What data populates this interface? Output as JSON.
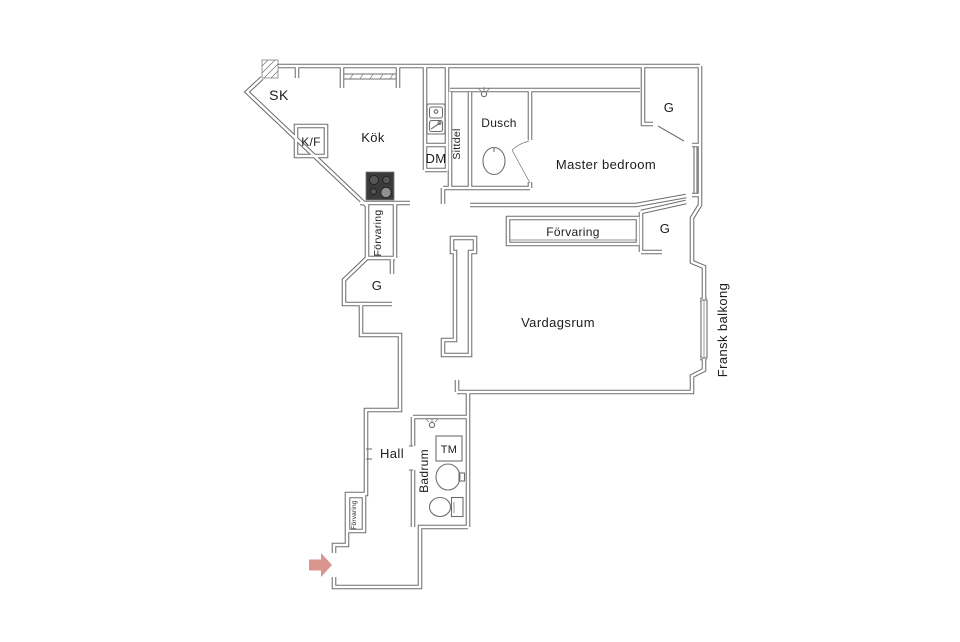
{
  "colors": {
    "background": "#ffffff",
    "wall": "#6e6e6e",
    "text": "#1c1c1c",
    "stove_body": "#3b3b3b",
    "stove_burner": "#555555",
    "stove_burner_light": "#909090",
    "entry_arrow": "#d9958e"
  },
  "rooms": {
    "kok": "Kök",
    "dusch": "Dusch",
    "master_bedroom": "Master bedroom",
    "vardagsrum": "Vardagsrum",
    "hall": "Hall",
    "badrum": "Badrum"
  },
  "storage": {
    "sk": "SK",
    "kf": "K/F",
    "g_bedroom": "G",
    "g_storage_wall": "G",
    "g_kitchen": "G",
    "forvaring_bedroom_wall": "Förvaring",
    "forvaring_kitchen": "Förvaring",
    "forvaring_entry": "Förvaring"
  },
  "appliances": {
    "dm": "DM",
    "tm": "TM"
  },
  "features": {
    "sittdel": "Sittdel",
    "fransk_balkong": "Fransk balkong"
  }
}
